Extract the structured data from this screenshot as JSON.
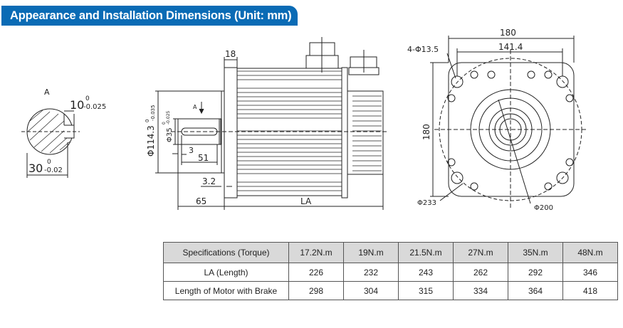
{
  "header": {
    "title": "Appearance and Installation Dimensions (Unit: mm)",
    "accent": "#0a6bb5"
  },
  "drawing": {
    "section": {
      "label": "A",
      "key_width": "10",
      "key_tol_upper": "0",
      "key_tol_lower": "-0.025",
      "depth": "30",
      "depth_tol_upper": "0",
      "depth_tol_lower": "-0.02"
    },
    "side": {
      "flange": "18",
      "pilot": "Φ114.3",
      "pilot_tol_upper": "0",
      "pilot_tol_lower": "-0.035",
      "shaft": "Φ35",
      "shaft_tol_upper": "0",
      "shaft_tol_lower": "-0.025",
      "view_arrow": "A",
      "key_offset": "3",
      "key_length": "51",
      "pilot_depth": "3.2",
      "shaft_length": "65",
      "length": "LA"
    },
    "front": {
      "width": "180",
      "bolt_spacing": "141.4",
      "holes": "4-Φ13.5",
      "height": "180",
      "outer_circle": "Φ233",
      "bolt_circle": "Φ200"
    }
  },
  "table": {
    "header": [
      "Specifications (Torque)",
      "17.2N.m",
      "19N.m",
      "21.5N.m",
      "27N.m",
      "35N.m",
      "48N.m"
    ],
    "rows": [
      [
        "LA (Length)",
        "226",
        "232",
        "243",
        "262",
        "292",
        "346"
      ],
      [
        "Length of Motor with Brake",
        "298",
        "304",
        "315",
        "334",
        "364",
        "418"
      ]
    ]
  }
}
